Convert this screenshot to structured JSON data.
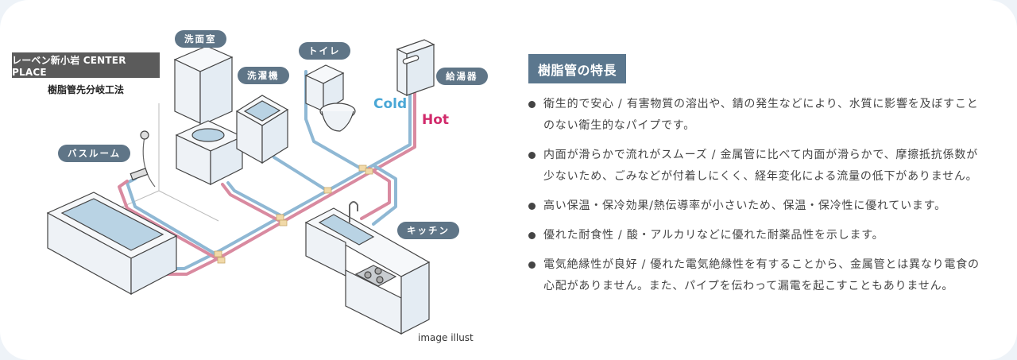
{
  "illustration": {
    "project_name": "レーベン新小岩 CENTER PLACE",
    "method": "樹脂管先分岐工法",
    "rooms": [
      {
        "id": "washroom",
        "label": "洗面室"
      },
      {
        "id": "toilet",
        "label": "トイレ"
      },
      {
        "id": "laundry",
        "label": "洗濯機"
      },
      {
        "id": "water-heater",
        "label": "給湯器"
      },
      {
        "id": "bathroom",
        "label": "バスルーム"
      },
      {
        "id": "kitchen",
        "label": "キッチン"
      }
    ],
    "cold_label": "Cold",
    "hot_label": "Hot",
    "colors": {
      "cold": "#4aa7d6",
      "hot": "#d12a6b",
      "label_bg": "#5f7587"
    },
    "credit": "image illust"
  },
  "features": {
    "title": "樹脂管の特長",
    "items": [
      "衛生的で安心 / 有害物質の溶出や、錆の発生などにより、水質に影響を及ぼすことのない衛生的なパイプです。",
      "内面が滑らかで流れがスムーズ / 金属管に比べて内面が滑らかで、摩擦抵抗係数が少ないため、ごみなどが付着しにくく、経年変化による流量の低下がありません。",
      "高い保温・保冷効果/熱伝導率が小さいため、保温・保冷性に優れています。",
      "優れた耐食性 / 酸・アルカリなどに優れた耐薬品性を示します。",
      "電気絶縁性が良好 / 優れた電気絶縁性を有することから、金属管とは異なり電食の心配がありません。また、パイプを伝わって漏電を起こすこともありません。"
    ]
  }
}
